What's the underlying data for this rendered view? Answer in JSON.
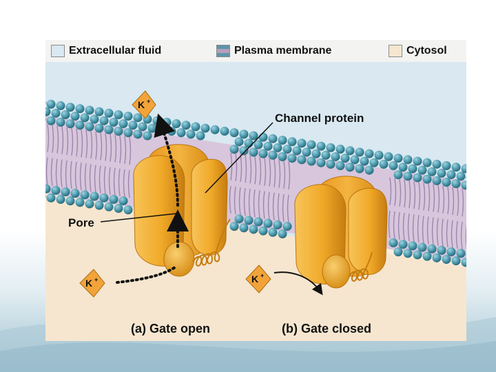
{
  "legend": [
    {
      "label": "Extracellular fluid",
      "color": "#d9e8f1"
    },
    {
      "label": "Plasma membrane",
      "color": "#5f95a7"
    },
    {
      "label": "Cytosol",
      "color": "#f6e6cf"
    }
  ],
  "labels": {
    "channel_protein": "Channel protein",
    "pore": "Pore",
    "ion": "K",
    "ion_charge": "+",
    "panel_a": "(a) Gate open",
    "panel_b": "(b) Gate closed"
  },
  "colors": {
    "head": "#4c9aae",
    "tail": "#b39fbf",
    "protein": "#f0a928",
    "protein_dark": "#c57c10",
    "ion_fill": "#f2a43a"
  }
}
